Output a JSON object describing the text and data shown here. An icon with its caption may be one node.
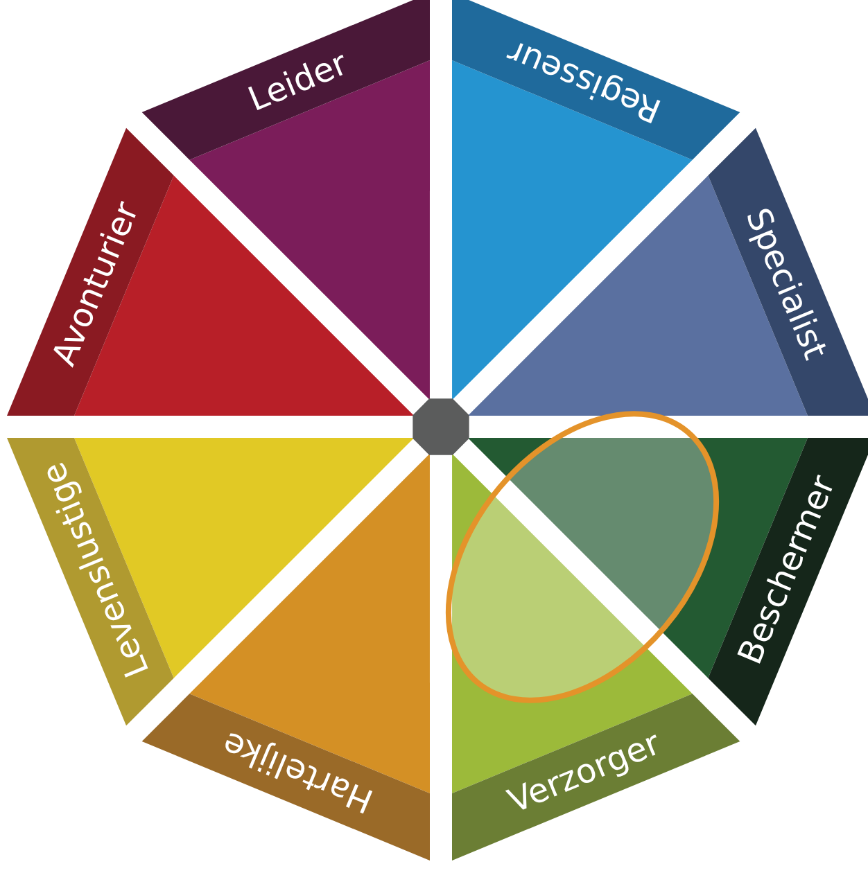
{
  "diagram": {
    "nodes": [
      {
        "text": [
          "Leider"
        ]
      },
      {
        "text": [
          "Regisseur"
        ]
      },
      {
        "text": [
          "Avonturier"
        ]
      },
      {
        "text": [
          "Specialist"
        ]
      },
      {
        "text": [
          "Levenslustige"
        ]
      },
      {
        "text": [
          "Beschermer"
        ]
      },
      {
        "text": [
          "Hartelijke"
        ]
      },
      {
        "text": [
          "Verzorger"
        ]
      },
      {
        "text": [],
        "shape": "octagon"
      },
      {
        "text": [],
        "shape": "ellipse"
      }
    ]
  }
}
